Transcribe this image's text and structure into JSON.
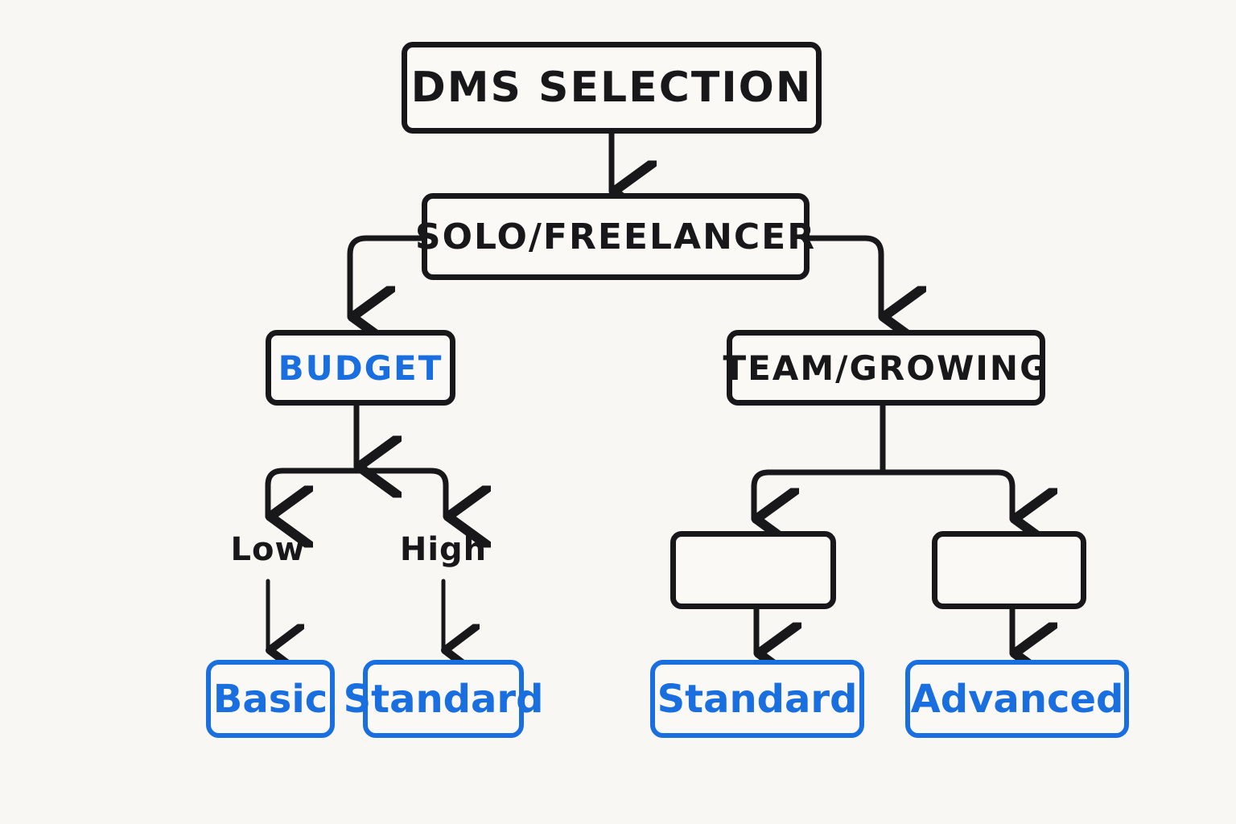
{
  "diagram": {
    "title": "DMS Selection decision tree",
    "background_color": "#f8f7f3",
    "ink_color": "#18181a",
    "accent_color": "#1a6fe0"
  },
  "nodes": {
    "root": {
      "label": "DMS SELECTION"
    },
    "solo": {
      "label": "SOLO/FREELANCER"
    },
    "budget": {
      "label": "BUDGET"
    },
    "team": {
      "label": "TEAM/GROWING"
    },
    "blank_left": {
      "label": ""
    },
    "blank_right": {
      "label": ""
    },
    "basic": {
      "label": "Basic"
    },
    "standard_left": {
      "label": "Standard"
    },
    "standard_right": {
      "label": "Standard"
    },
    "advanced": {
      "label": "Advanced"
    }
  },
  "edge_labels": {
    "low": "Low",
    "high": "High"
  }
}
